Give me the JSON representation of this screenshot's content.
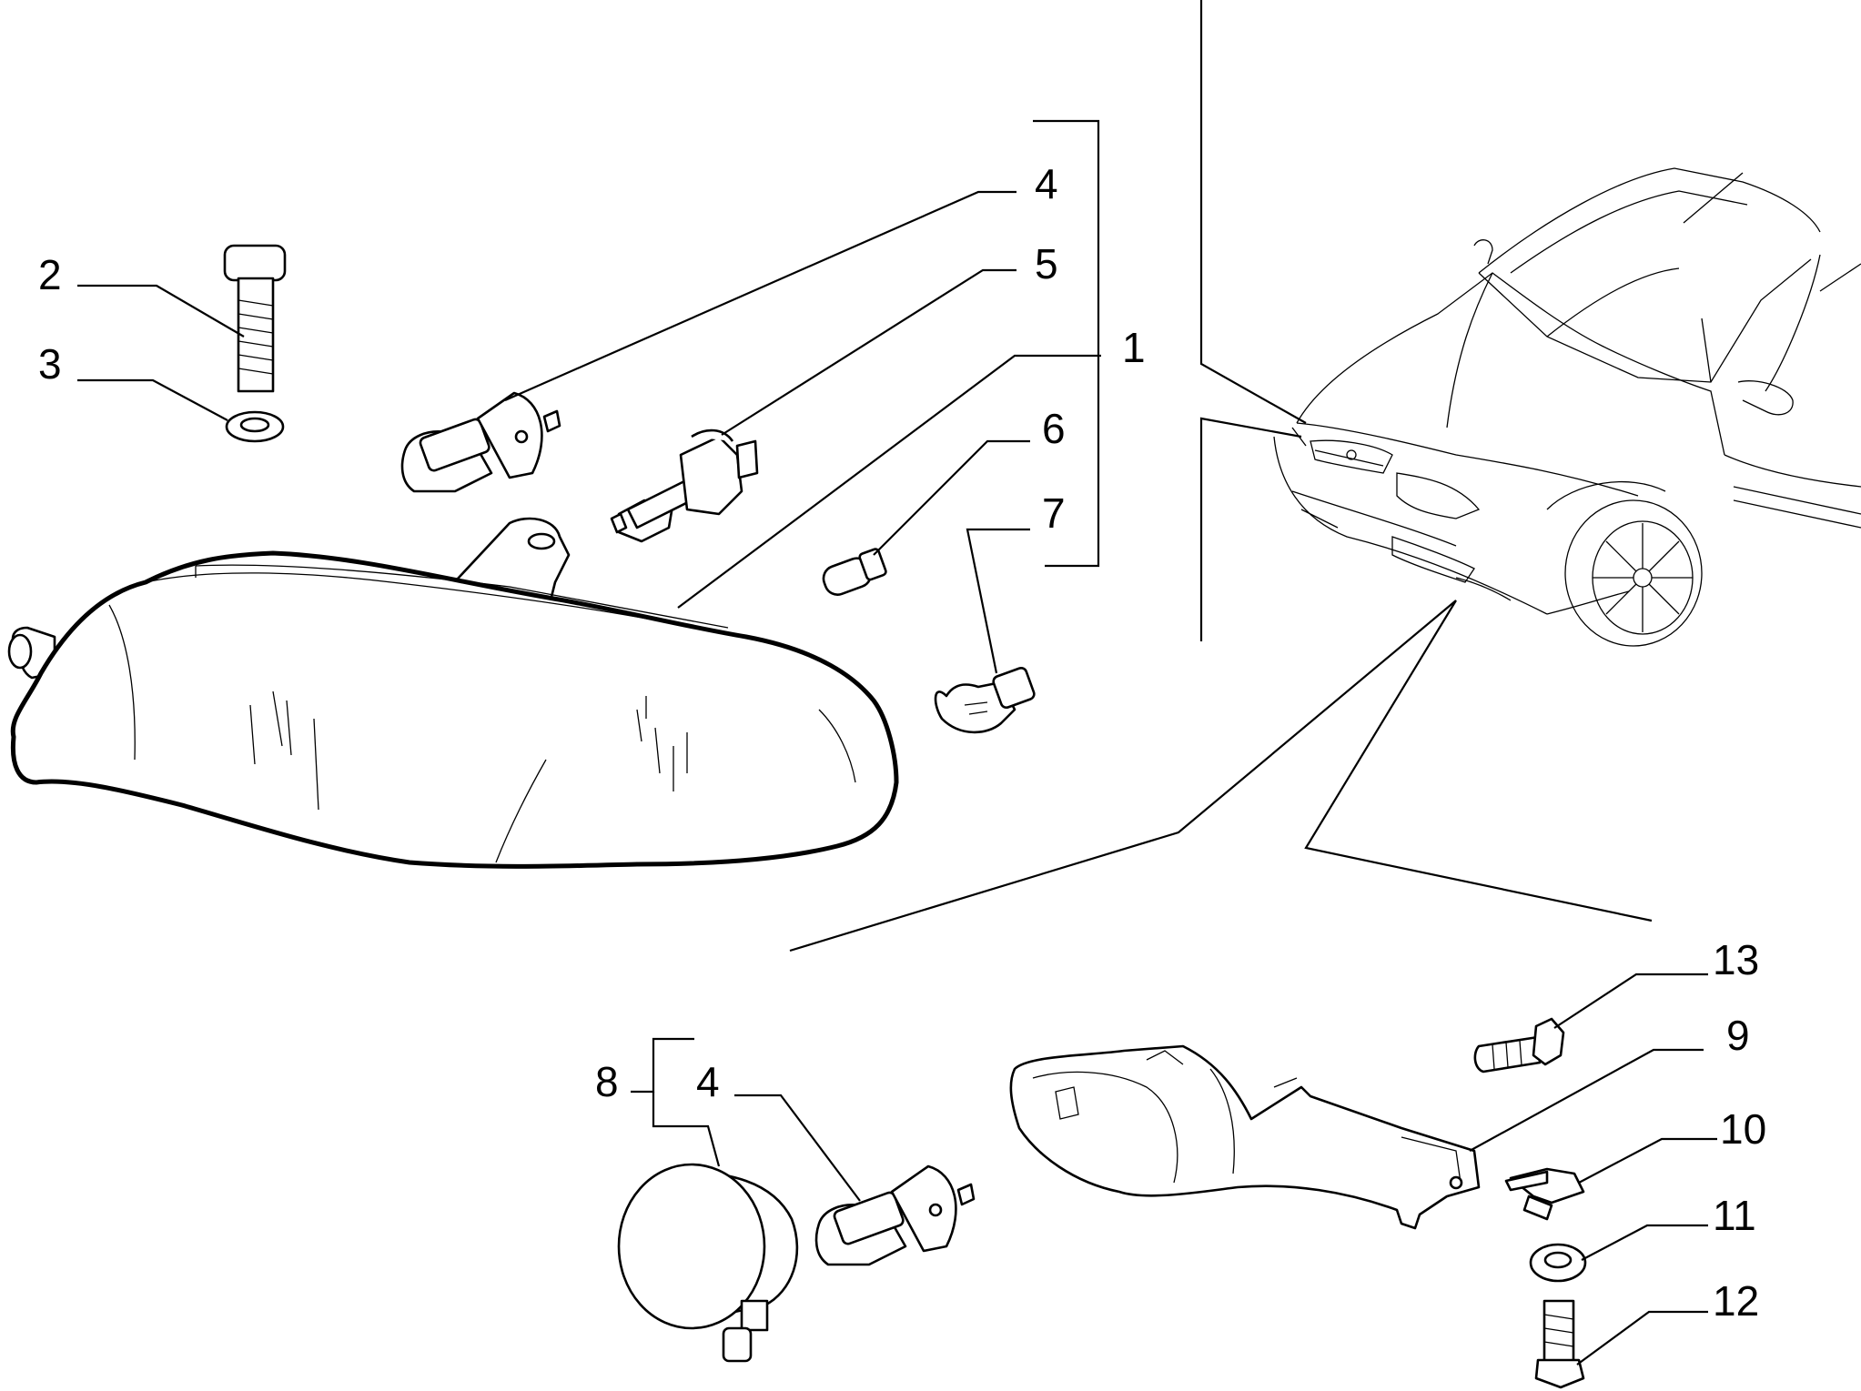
{
  "callouts": [
    {
      "id": "1",
      "text": "1"
    },
    {
      "id": "2",
      "text": "2"
    },
    {
      "id": "3",
      "text": "3"
    },
    {
      "id": "4a",
      "text": "4"
    },
    {
      "id": "5",
      "text": "5"
    },
    {
      "id": "6",
      "text": "6"
    },
    {
      "id": "7",
      "text": "7"
    },
    {
      "id": "8",
      "text": "8"
    },
    {
      "id": "4b",
      "text": "4"
    },
    {
      "id": "9",
      "text": "9"
    },
    {
      "id": "10",
      "text": "10"
    },
    {
      "id": "11",
      "text": "11"
    },
    {
      "id": "12",
      "text": "12"
    },
    {
      "id": "13",
      "text": "13"
    }
  ],
  "parts": [
    {
      "icon": "headlamp-unit-icon",
      "callout": "1"
    },
    {
      "icon": "bolt-icon",
      "callout": "2"
    },
    {
      "icon": "washer-icon",
      "callout": "3"
    },
    {
      "icon": "halogen-bulb-icon",
      "callout": "4"
    },
    {
      "icon": "halogen-bulb-icon",
      "callout": "5"
    },
    {
      "icon": "wedge-bulb-icon",
      "callout": "6"
    },
    {
      "icon": "bayonet-bulb-icon",
      "callout": "7"
    },
    {
      "icon": "fog-lamp-icon",
      "callout": "8"
    },
    {
      "icon": "lamp-bracket-icon",
      "callout": "9"
    },
    {
      "icon": "clip-icon",
      "callout": "10"
    },
    {
      "icon": "washer-icon",
      "callout": "11"
    },
    {
      "icon": "screw-icon",
      "callout": "12"
    },
    {
      "icon": "screw-icon",
      "callout": "13"
    },
    {
      "icon": "car-front-icon",
      "callout": ""
    }
  ],
  "colors": {
    "line": "#000000",
    "background": "#ffffff"
  }
}
